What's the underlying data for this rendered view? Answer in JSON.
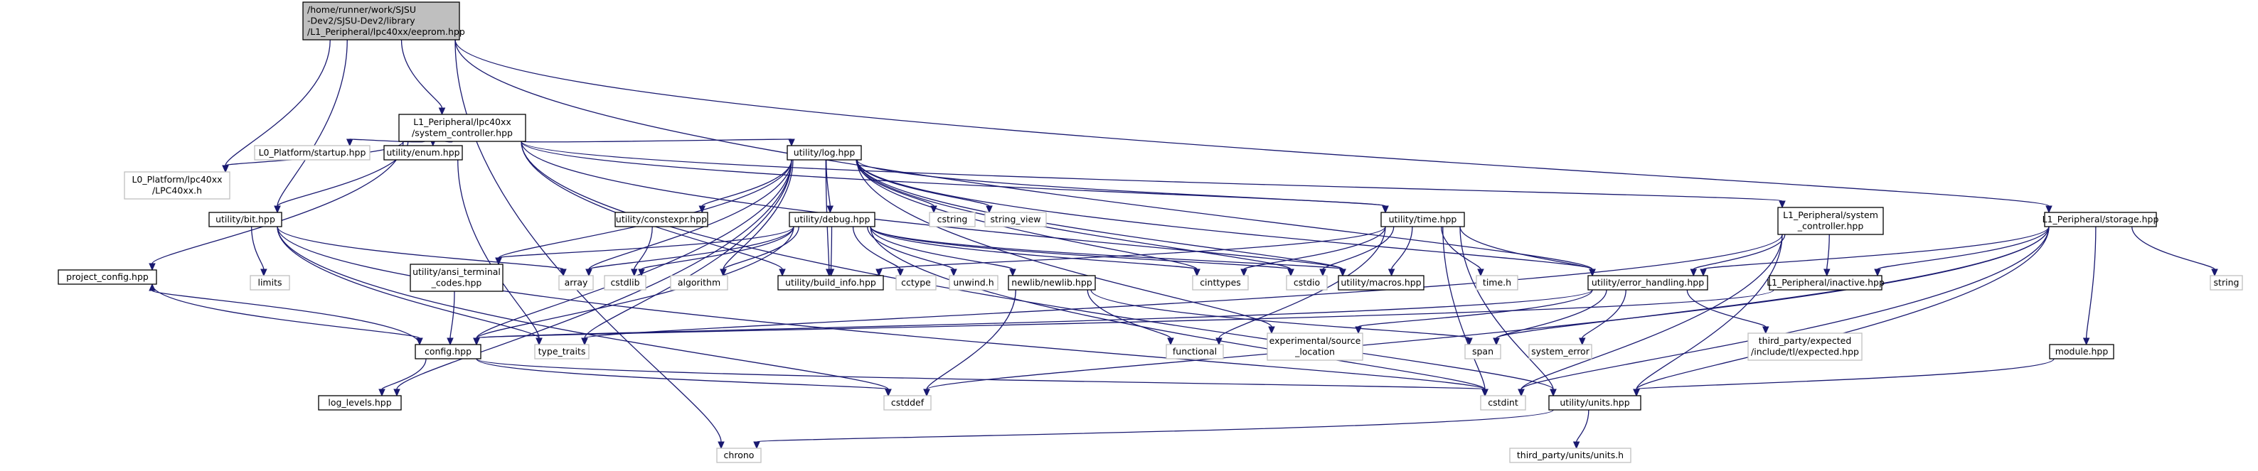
{
  "colors": {
    "edge": "#191970",
    "root_fill": "#bfbfbf",
    "node_border": "#000000",
    "external_border": "#bfbfbf",
    "background": "#ffffff"
  },
  "nodes": {
    "eeprom": {
      "label": [
        "/home/runner/work/SJSU",
        "-Dev2/SJSU-Dev2/library",
        "/L1_Peripheral/lpc40xx/eeprom.hpp"
      ],
      "kind": "root"
    },
    "sysctrl40": {
      "label": [
        "L1_Peripheral/lpc40xx",
        "/system_controller.hpp"
      ],
      "kind": "normal"
    },
    "lpc40xx_h": {
      "label": [
        "L0_Platform/lpc40xx",
        "/LPC40xx.h"
      ],
      "kind": "external"
    },
    "startup": {
      "label": [
        "L0_Platform/startup.hpp"
      ],
      "kind": "external"
    },
    "enum": {
      "label": [
        "utility/enum.hpp"
      ],
      "kind": "normal"
    },
    "log": {
      "label": [
        "utility/log.hpp"
      ],
      "kind": "normal"
    },
    "bit": {
      "label": [
        "utility/bit.hpp"
      ],
      "kind": "normal"
    },
    "limits": {
      "label": [
        "limits"
      ],
      "kind": "external"
    },
    "array": {
      "label": [
        "array"
      ],
      "kind": "external"
    },
    "project_config": {
      "label": [
        "project_config.hpp"
      ],
      "kind": "normal"
    },
    "ansi": {
      "label": [
        "utility/ansi_terminal",
        "_codes.hpp"
      ],
      "kind": "normal"
    },
    "cstdlib": {
      "label": [
        "cstdlib"
      ],
      "kind": "external"
    },
    "constexpr": {
      "label": [
        "utility/constexpr.hpp"
      ],
      "kind": "normal"
    },
    "debug": {
      "label": [
        "utility/debug.hpp"
      ],
      "kind": "normal"
    },
    "algorithm": {
      "label": [
        "algorithm"
      ],
      "kind": "external"
    },
    "build_info": {
      "label": [
        "utility/build_info.hpp"
      ],
      "kind": "normal"
    },
    "cctype": {
      "label": [
        "cctype"
      ],
      "kind": "external"
    },
    "unwind": {
      "label": [
        "unwind.h"
      ],
      "kind": "external"
    },
    "newlib": {
      "label": [
        "newlib/newlib.hpp"
      ],
      "kind": "normal"
    },
    "cinttypes": {
      "label": [
        "cinttypes"
      ],
      "kind": "external"
    },
    "cstring": {
      "label": [
        "cstring"
      ],
      "kind": "external"
    },
    "string_view": {
      "label": [
        "string_view"
      ],
      "kind": "external"
    },
    "time": {
      "label": [
        "utility/time.hpp"
      ],
      "kind": "normal"
    },
    "cstdio": {
      "label": [
        "cstdio"
      ],
      "kind": "external"
    },
    "macros": {
      "label": [
        "utility/macros.hpp"
      ],
      "kind": "normal"
    },
    "time_h": {
      "label": [
        "time.h"
      ],
      "kind": "external"
    },
    "error_handling": {
      "label": [
        "utility/error_handling.hpp"
      ],
      "kind": "normal"
    },
    "l1_sysctrl": {
      "label": [
        "L1_Peripheral/system",
        "_controller.hpp"
      ],
      "kind": "normal"
    },
    "inactive": {
      "label": [
        "L1_Peripheral/inactive.hpp"
      ],
      "kind": "normal"
    },
    "storage": {
      "label": [
        "L1_Peripheral/storage.hpp"
      ],
      "kind": "normal"
    },
    "string": {
      "label": [
        "string"
      ],
      "kind": "external"
    },
    "config": {
      "label": [
        "config.hpp"
      ],
      "kind": "normal"
    },
    "type_traits": {
      "label": [
        "type_traits"
      ],
      "kind": "external"
    },
    "functional": {
      "label": [
        "functional"
      ],
      "kind": "external"
    },
    "source_location": {
      "label": [
        "experimental/source",
        "_location"
      ],
      "kind": "external"
    },
    "span": {
      "label": [
        "span"
      ],
      "kind": "external"
    },
    "system_error": {
      "label": [
        "system_error"
      ],
      "kind": "external"
    },
    "expected": {
      "label": [
        "third_party/expected",
        "/include/tl/expected.hpp"
      ],
      "kind": "external"
    },
    "module": {
      "label": [
        "module.hpp"
      ],
      "kind": "normal"
    },
    "log_levels": {
      "label": [
        "log_levels.hpp"
      ],
      "kind": "normal"
    },
    "cstddef": {
      "label": [
        "cstddef"
      ],
      "kind": "external"
    },
    "cstdint": {
      "label": [
        "cstdint"
      ],
      "kind": "external"
    },
    "units": {
      "label": [
        "utility/units.hpp"
      ],
      "kind": "normal"
    },
    "chrono": {
      "label": [
        "chrono"
      ],
      "kind": "external"
    },
    "units_h": {
      "label": [
        "third_party/units/units.h"
      ],
      "kind": "external"
    }
  },
  "edges": [
    [
      "eeprom",
      "sysctrl40"
    ],
    [
      "eeprom",
      "lpc40xx_h"
    ],
    [
      "eeprom",
      "bit"
    ],
    [
      "eeprom",
      "chrono"
    ],
    [
      "eeprom",
      "error_handling"
    ],
    [
      "eeprom",
      "storage"
    ],
    [
      "sysctrl40",
      "lpc40xx_h"
    ],
    [
      "sysctrl40",
      "startup"
    ],
    [
      "sysctrl40",
      "enum"
    ],
    [
      "sysctrl40",
      "log"
    ],
    [
      "sysctrl40",
      "bit"
    ],
    [
      "sysctrl40",
      "project_config"
    ],
    [
      "sysctrl40",
      "macros"
    ],
    [
      "sysctrl40",
      "time"
    ],
    [
      "sysctrl40",
      "build_info"
    ],
    [
      "sysctrl40",
      "l1_sysctrl"
    ],
    [
      "sysctrl40",
      "units"
    ],
    [
      "enum",
      "type_traits"
    ],
    [
      "log",
      "config"
    ],
    [
      "log",
      "log_levels"
    ],
    [
      "log",
      "ansi"
    ],
    [
      "log",
      "constexpr"
    ],
    [
      "log",
      "debug"
    ],
    [
      "log",
      "array"
    ],
    [
      "log",
      "algorithm"
    ],
    [
      "log",
      "type_traits"
    ],
    [
      "log",
      "cstring"
    ],
    [
      "log",
      "string_view"
    ],
    [
      "log",
      "time"
    ],
    [
      "log",
      "cstdio"
    ],
    [
      "log",
      "macros"
    ],
    [
      "log",
      "error_handling"
    ],
    [
      "log",
      "cinttypes"
    ],
    [
      "log",
      "source_location"
    ],
    [
      "log",
      "build_info"
    ],
    [
      "bit",
      "limits"
    ],
    [
      "bit",
      "array"
    ],
    [
      "bit",
      "type_traits"
    ],
    [
      "bit",
      "cstddef"
    ],
    [
      "bit",
      "cstdint"
    ],
    [
      "project_config",
      "config"
    ],
    [
      "ansi",
      "config"
    ],
    [
      "constexpr",
      "cstdlib"
    ],
    [
      "debug",
      "ansi"
    ],
    [
      "debug",
      "cstdlib"
    ],
    [
      "debug",
      "algorithm"
    ],
    [
      "debug",
      "build_info"
    ],
    [
      "debug",
      "cctype"
    ],
    [
      "debug",
      "unwind"
    ],
    [
      "debug",
      "newlib"
    ],
    [
      "debug",
      "cinttypes"
    ],
    [
      "debug",
      "cstdio"
    ],
    [
      "debug",
      "macros"
    ],
    [
      "debug",
      "config"
    ],
    [
      "debug",
      "array"
    ],
    [
      "debug",
      "cstdint"
    ],
    [
      "newlib",
      "functional"
    ],
    [
      "newlib",
      "cstddef"
    ],
    [
      "newlib",
      "span"
    ],
    [
      "time",
      "cinttypes"
    ],
    [
      "time",
      "cstdio"
    ],
    [
      "time",
      "macros"
    ],
    [
      "time",
      "time_h"
    ],
    [
      "time",
      "error_handling"
    ],
    [
      "time",
      "functional"
    ],
    [
      "time",
      "cstdint"
    ],
    [
      "time",
      "units"
    ],
    [
      "time",
      "build_info"
    ],
    [
      "error_handling",
      "config"
    ],
    [
      "error_handling",
      "source_location"
    ],
    [
      "error_handling",
      "span"
    ],
    [
      "error_handling",
      "system_error"
    ],
    [
      "error_handling",
      "expected"
    ],
    [
      "l1_sysctrl",
      "error_handling"
    ],
    [
      "l1_sysctrl",
      "inactive"
    ],
    [
      "l1_sysctrl",
      "units"
    ],
    [
      "l1_sysctrl",
      "cstdint"
    ],
    [
      "l1_sysctrl",
      "type_traits"
    ],
    [
      "inactive",
      "config"
    ],
    [
      "storage",
      "error_handling"
    ],
    [
      "storage",
      "inactive"
    ],
    [
      "storage",
      "string"
    ],
    [
      "storage",
      "module"
    ],
    [
      "storage",
      "units"
    ],
    [
      "storage",
      "cstdint"
    ],
    [
      "storage",
      "cstddef"
    ],
    [
      "storage",
      "span"
    ],
    [
      "module",
      "units"
    ],
    [
      "config",
      "project_config"
    ],
    [
      "config",
      "log_levels"
    ],
    [
      "config",
      "cstddef"
    ],
    [
      "config",
      "cstdint"
    ],
    [
      "units",
      "chrono"
    ],
    [
      "units",
      "units_h"
    ]
  ]
}
